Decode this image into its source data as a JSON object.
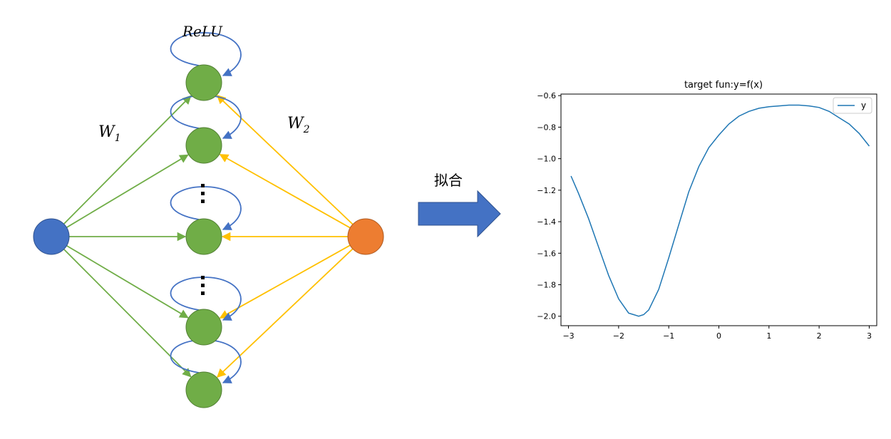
{
  "network": {
    "activation_label": "ReLU",
    "w1_label": "W",
    "w1_sub": "1",
    "w2_label": "W",
    "w2_sub": "2",
    "colors": {
      "input": "#4472c4",
      "hidden": "#70ad47",
      "output": "#ed7d31",
      "w1_edge": "#70ad47",
      "w2_edge": "#ffc000",
      "loop": "#4472c4"
    }
  },
  "arrow": {
    "label": "拟合",
    "color": "#4472c4"
  },
  "chart_data": {
    "type": "line",
    "title": "target fun:y=f(x)",
    "xlabel": "",
    "ylabel": "",
    "xlim": [
      -3.15,
      3.15
    ],
    "ylim": [
      -2.06,
      -0.59
    ],
    "xticks": [
      -3,
      -2,
      -1,
      0,
      1,
      2,
      3
    ],
    "xtick_labels": [
      "−3",
      "−2",
      "−1",
      "0",
      "1",
      "2",
      "3"
    ],
    "yticks": [
      -0.6,
      -0.8,
      -1.0,
      -1.2,
      -1.4,
      -1.6,
      -1.8,
      -2.0
    ],
    "ytick_labels": [
      "−0.6",
      "−0.8",
      "−1.0",
      "−1.2",
      "−1.4",
      "−1.6",
      "−1.8",
      "−2.0"
    ],
    "grid": false,
    "legend_position": "top-right",
    "series": [
      {
        "name": "y",
        "color": "#1f77b4",
        "x": [
          -2.95,
          -2.8,
          -2.6,
          -2.4,
          -2.2,
          -2.0,
          -1.8,
          -1.7,
          -1.6,
          -1.5,
          -1.4,
          -1.2,
          -1.0,
          -0.8,
          -0.6,
          -0.4,
          -0.2,
          0.0,
          0.2,
          0.4,
          0.6,
          0.8,
          1.0,
          1.2,
          1.4,
          1.6,
          1.8,
          2.0,
          2.2,
          2.4,
          2.6,
          2.8,
          3.0
        ],
        "y": [
          -1.11,
          -1.22,
          -1.38,
          -1.56,
          -1.74,
          -1.89,
          -1.98,
          -1.99,
          -2.0,
          -1.99,
          -1.96,
          -1.83,
          -1.63,
          -1.42,
          -1.21,
          -1.05,
          -0.93,
          -0.85,
          -0.78,
          -0.73,
          -0.7,
          -0.68,
          -0.67,
          -0.665,
          -0.66,
          -0.66,
          -0.665,
          -0.675,
          -0.7,
          -0.74,
          -0.78,
          -0.84,
          -0.92
        ]
      }
    ]
  }
}
